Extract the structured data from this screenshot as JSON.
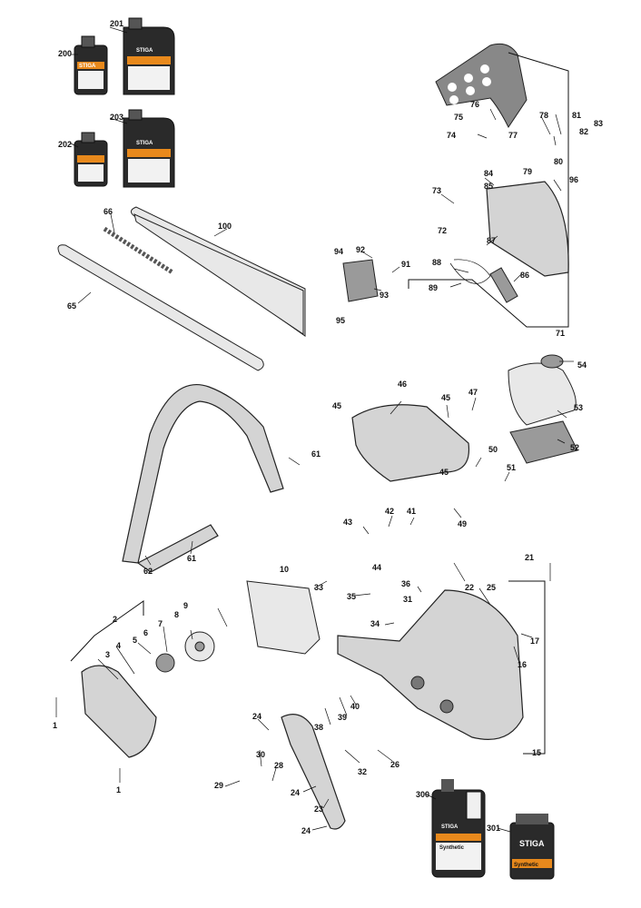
{
  "brand": "STIGA",
  "product_labels": {
    "synthetic": "Synthetic",
    "synthetic_caps": "SYNTHETIC"
  },
  "callouts": {
    "c200": "200",
    "c201": "201",
    "c202": "202",
    "c203": "203",
    "c1a": "1",
    "c1b": "1",
    "c2": "2",
    "c3": "3",
    "c4": "4",
    "c5": "5",
    "c6": "6",
    "c7": "7",
    "c8": "8",
    "c9": "9",
    "c10": "10",
    "c15": "15",
    "c16": "16",
    "c17": "17",
    "c21": "21",
    "c22": "22",
    "c23": "23",
    "c24a": "24",
    "c24b": "24",
    "c24c": "24",
    "c25": "25",
    "c26": "26",
    "c28": "28",
    "c29": "29",
    "c30": "30",
    "c31": "31",
    "c32": "32",
    "c33": "33",
    "c34": "34",
    "c35": "35",
    "c36": "36",
    "c38": "38",
    "c39": "39",
    "c40": "40",
    "c41": "41",
    "c42": "42",
    "c43": "43",
    "c44": "44",
    "c45a": "45",
    "c45b": "45",
    "c45c": "45",
    "c46": "46",
    "c47": "47",
    "c49": "49",
    "c50": "50",
    "c51": "51",
    "c52": "52",
    "c53": "53",
    "c54": "54",
    "c61a": "61",
    "c61b": "61",
    "c62": "62",
    "c65": "65",
    "c66": "66",
    "c71": "71",
    "c72": "72",
    "c73": "73",
    "c74": "74",
    "c75": "75",
    "c76": "76",
    "c77": "77",
    "c78": "78",
    "c79": "79",
    "c80": "80",
    "c81": "81",
    "c82": "82",
    "c83": "83",
    "c84": "84",
    "c85": "85",
    "c86": "86",
    "c87": "87",
    "c88": "88",
    "c89": "89",
    "c91": "91",
    "c92": "92",
    "c93": "93",
    "c94": "94",
    "c95": "95",
    "c96": "96",
    "c100": "100",
    "c300": "300",
    "c301": "301"
  },
  "colors": {
    "accent_orange": "#e8891c",
    "bottle_black": "#2a2a2a",
    "line": "#111111"
  }
}
